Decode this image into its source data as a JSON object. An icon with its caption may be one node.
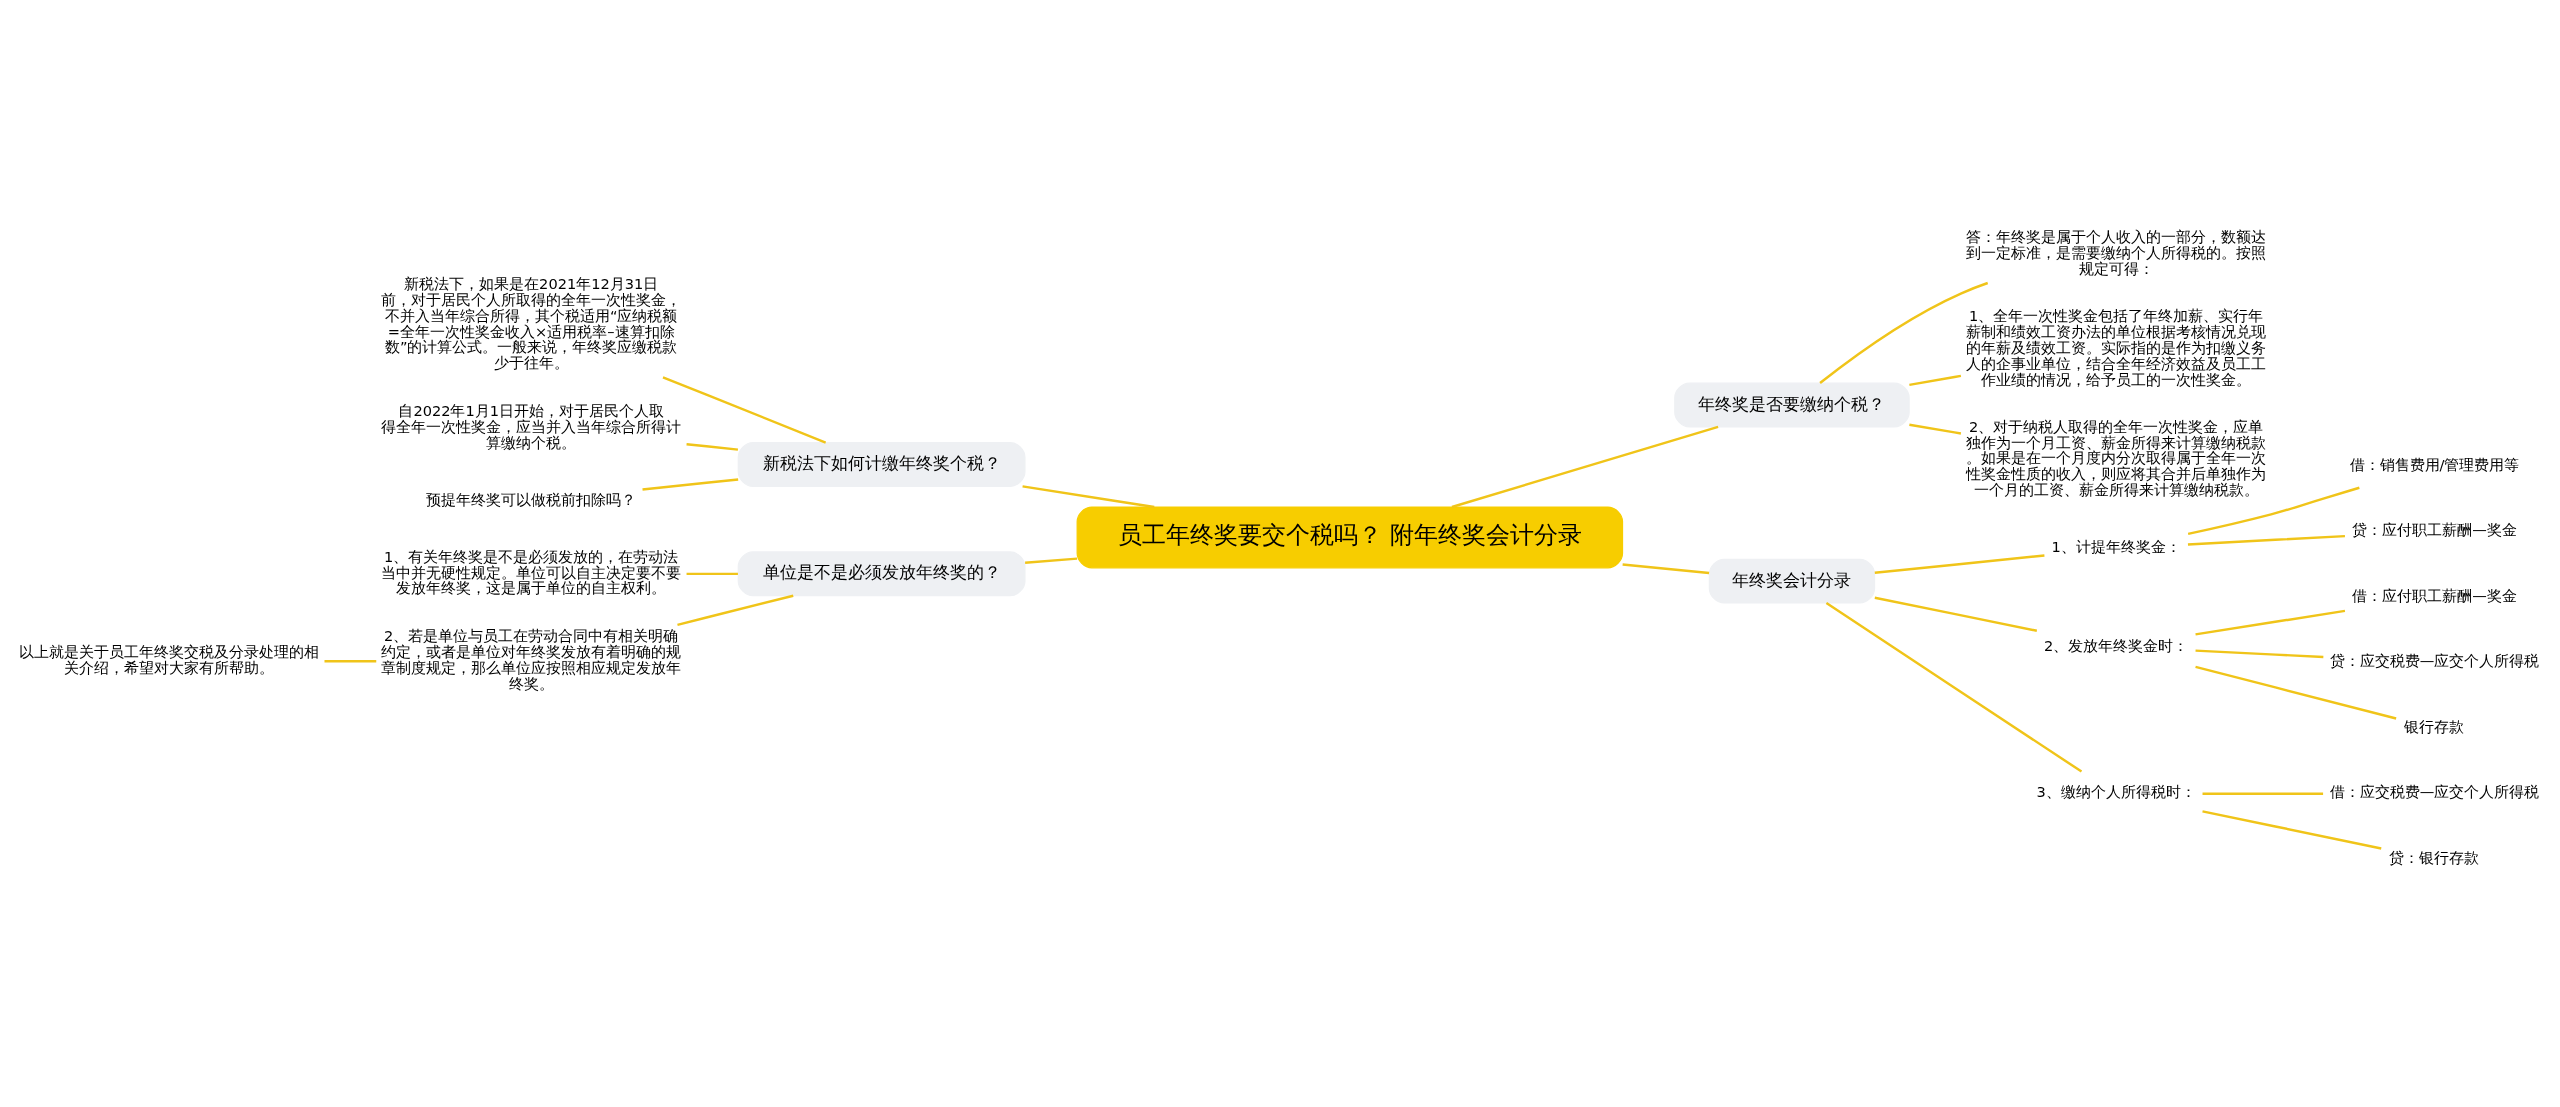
{
  "diagram": {
    "nodes": [
      {
        "text": [
          "员工年终奖要交个税吗？ 附年终奖会计分录"
        ]
      },
      {
        "text": [
          "年终奖是否要缴纳个税？"
        ]
      },
      {
        "text": [
          "答：年终奖是属于个人收入的一部分，数额达到一定标准，是需要缴纳个人所得税的。按照规定可得："
        ]
      },
      {
        "text": [
          "1、全年一次性奖金包括了年终加薪、实行年薪制和绩效工资办法的单位根据考核情况兑现的年薪及绩效工资。实际指的是作为扣缴义务人的企事业单位，结合全年经济效益及员工工作业绩的情况，给予员工的一次性奖金。"
        ]
      },
      {
        "text": [
          "2、对于纳税人取得的全年一次性奖金，应单独作为一个月工资、薪金所得来计算缴纳税款。如果是在一个月度内分次取得属于全年一次性奖金性质的收入，则应将其合并后单独作为一个月的工资、薪金所得来计算缴纳税款。"
        ]
      },
      {
        "text": [
          "年终奖会计分录"
        ]
      },
      {
        "text": [
          "1、计提年终奖金："
        ]
      },
      {
        "text": [
          "借：销售费用/管理费用等"
        ]
      },
      {
        "text": [
          "贷：应付职工薪酬—奖金"
        ]
      },
      {
        "text": [
          "2、发放年终奖金时："
        ]
      },
      {
        "text": [
          "借：应付职工薪酬—奖金"
        ]
      },
      {
        "text": [
          "贷：应交税费—应交个人所得税"
        ]
      },
      {
        "text": [
          "银行存款"
        ]
      },
      {
        "text": [
          "3、缴纳个人所得税时："
        ]
      },
      {
        "text": [
          "借：应交税费—应交个人所得税"
        ]
      },
      {
        "text": [
          "贷：银行存款"
        ]
      },
      {
        "text": [
          "新税法下如何计缴年终奖个税？"
        ]
      },
      {
        "text": [
          "新税法下，如果是在2021年12月31日前，对于居民个人所取得的全年一次性奖金，不并入当年综合所得，其个税适用“应纳税额=全年一次性奖金收入×适用税率–速算扣除数”的计算公式。一般来说，年终奖应缴税款少于往年。"
        ]
      },
      {
        "text": [
          "自2022年1月1日开始，对于居民个人取得全年一次性奖金，应当并入当年综合所得计算缴纳个税。"
        ]
      },
      {
        "text": [
          "预提年终奖可以做税前扣除吗？"
        ]
      },
      {
        "text": [
          "单位是不是必须发放年终奖的？"
        ]
      },
      {
        "text": [
          "1、有关年终奖是不是必须发放的，在劳动法当中并无硬性规定。单位可以自主决定要不要发放年终奖，这是属于单位的自主权利。"
        ]
      },
      {
        "text": [
          "2、若是单位与员工在劳动合同中有相关明确约定，或者是单位对年终奖发放有着明确的规章制度规定，那么单位应按照相应规定发放年终奖。"
        ]
      },
      {
        "text": [
          "以上就是关于员工年终奖交税及分录处理的相关介绍，希望对大家有所帮助。"
        ]
      }
    ],
    "edges": [
      {
        "from": 0,
        "to": 1,
        "arrow": "none"
      },
      {
        "from": 1,
        "to": 2,
        "arrow": "none"
      },
      {
        "from": 1,
        "to": 3,
        "arrow": "none"
      },
      {
        "from": 1,
        "to": 4,
        "arrow": "none"
      },
      {
        "from": 0,
        "to": 5,
        "arrow": "none"
      },
      {
        "from": 5,
        "to": 6,
        "arrow": "none"
      },
      {
        "from": 6,
        "to": 7,
        "arrow": "none"
      },
      {
        "from": 6,
        "to": 8,
        "arrow": "none"
      },
      {
        "from": 5,
        "to": 9,
        "arrow": "none"
      },
      {
        "from": 9,
        "to": 10,
        "arrow": "none"
      },
      {
        "from": 9,
        "to": 11,
        "arrow": "none"
      },
      {
        "from": 9,
        "to": 12,
        "arrow": "none"
      },
      {
        "from": 5,
        "to": 13,
        "arrow": "none"
      },
      {
        "from": 13,
        "to": 14,
        "arrow": "none"
      },
      {
        "from": 13,
        "to": 15,
        "arrow": "none"
      },
      {
        "from": 0,
        "to": 16,
        "arrow": "none"
      },
      {
        "from": 16,
        "to": 17,
        "arrow": "none"
      },
      {
        "from": 16,
        "to": 18,
        "arrow": "none"
      },
      {
        "from": 16,
        "to": 19,
        "arrow": "none"
      },
      {
        "from": 0,
        "to": 20,
        "arrow": "none"
      },
      {
        "from": 20,
        "to": 21,
        "arrow": "none"
      },
      {
        "from": 20,
        "to": 22,
        "arrow": "none"
      },
      {
        "from": 22,
        "to": 23,
        "arrow": "none"
      }
    ]
  }
}
